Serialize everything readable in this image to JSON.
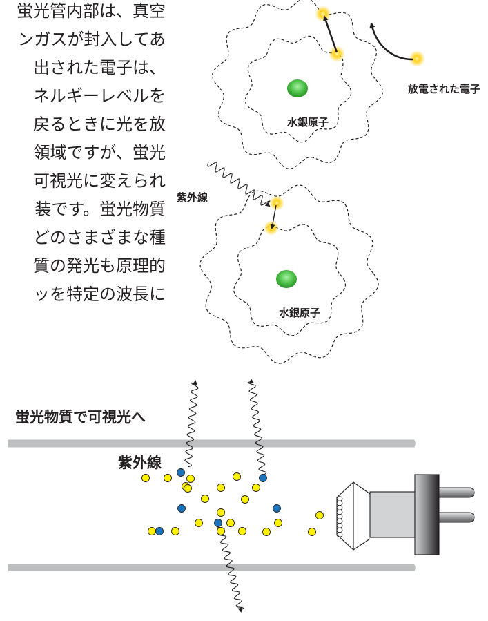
{
  "body_text": [
    "蛍光管内部は、真空",
    "ンガスが封入してあ",
    "出された電子は、",
    "ネルギーレベルを",
    "戻るときに光を放",
    "領域ですが、蛍光",
    "可視光に変えられ",
    "装です。蛍光物質",
    "どのさまざまな種",
    "質の発光も原理的",
    "ッを特定の波長に"
  ],
  "labels": {
    "discharged_electron": "放電された電子",
    "mercury_atom_top": "水銀原子",
    "mercury_atom_bottom": "水銀原子",
    "ultraviolet_atom": "紫外線",
    "to_visible_light": "蛍光物質で可視光へ",
    "ultraviolet_tube": "紫外線"
  },
  "colors": {
    "text": "#231f20",
    "mercury_green": "#4ec24a",
    "electron_glow": "#ffd21e",
    "particle_yellow": "#fff200",
    "particle_blue": "#1c75bc",
    "tube_wall": "#bcbec0"
  },
  "icons": {
    "electrode": "electric-plug-icon",
    "filament": "coil-filament-icon"
  }
}
